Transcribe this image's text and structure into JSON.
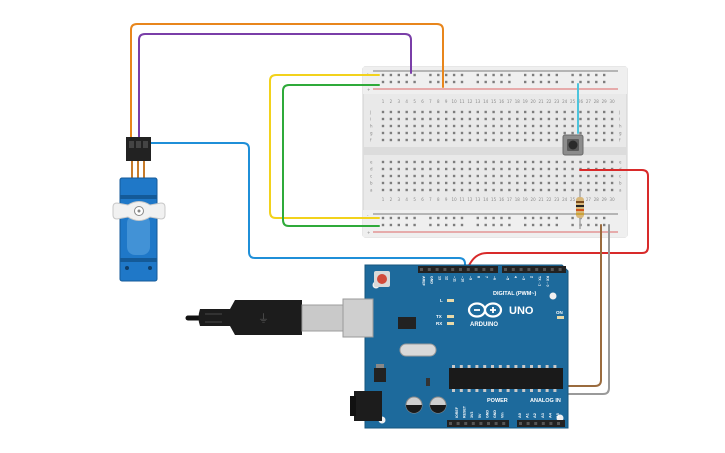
{
  "arduino": {
    "brand": "ARDUINO",
    "model": "UNO",
    "digital_label": "DIGITAL (PWM~)",
    "power_label": "POWER",
    "analog_label": "ANALOG IN",
    "on_label": "ON",
    "led_labels": [
      "L",
      "TX",
      "RX"
    ],
    "top_pins": [
      "AREF",
      "GND",
      "13",
      "12",
      "~11",
      "~10",
      "~9",
      "8",
      "7",
      "~6",
      "~5",
      "4",
      "~3",
      "2",
      "TX→1",
      "RX←0"
    ],
    "power_pins": [
      "IOREF",
      "RESET",
      "3V3",
      "5V",
      "GND",
      "GND",
      "Vin"
    ],
    "analog_pins": [
      "A0",
      "A1",
      "A2",
      "A3",
      "A4",
      "A5"
    ]
  },
  "breadboard": {
    "row_letters_top": [
      "j",
      "i",
      "h",
      "g",
      "f"
    ],
    "row_letters_bottom": [
      "e",
      "d",
      "c",
      "b",
      "a"
    ],
    "column_numbers": [
      "1",
      "2",
      "3",
      "4",
      "5",
      "6",
      "7",
      "8",
      "9",
      "10",
      "11",
      "12",
      "13",
      "14",
      "15",
      "16",
      "17",
      "18",
      "19",
      "20",
      "21",
      "22",
      "23",
      "24",
      "25",
      "26",
      "27",
      "28",
      "29",
      "30"
    ],
    "rail_plus": "+",
    "rail_minus": "-"
  },
  "wires": {
    "servo_signal": "#1f8fd8",
    "servo_power": "#e8861c",
    "servo_ground": "#7a3ea8",
    "rail_yellow": "#f2d21c",
    "rail_green": "#2faa3a",
    "red_5v": "#d82a2a",
    "button_lead": "#4cc4dc",
    "brown_a": "#9a6b3e",
    "gray_a": "#9a9a9a"
  }
}
